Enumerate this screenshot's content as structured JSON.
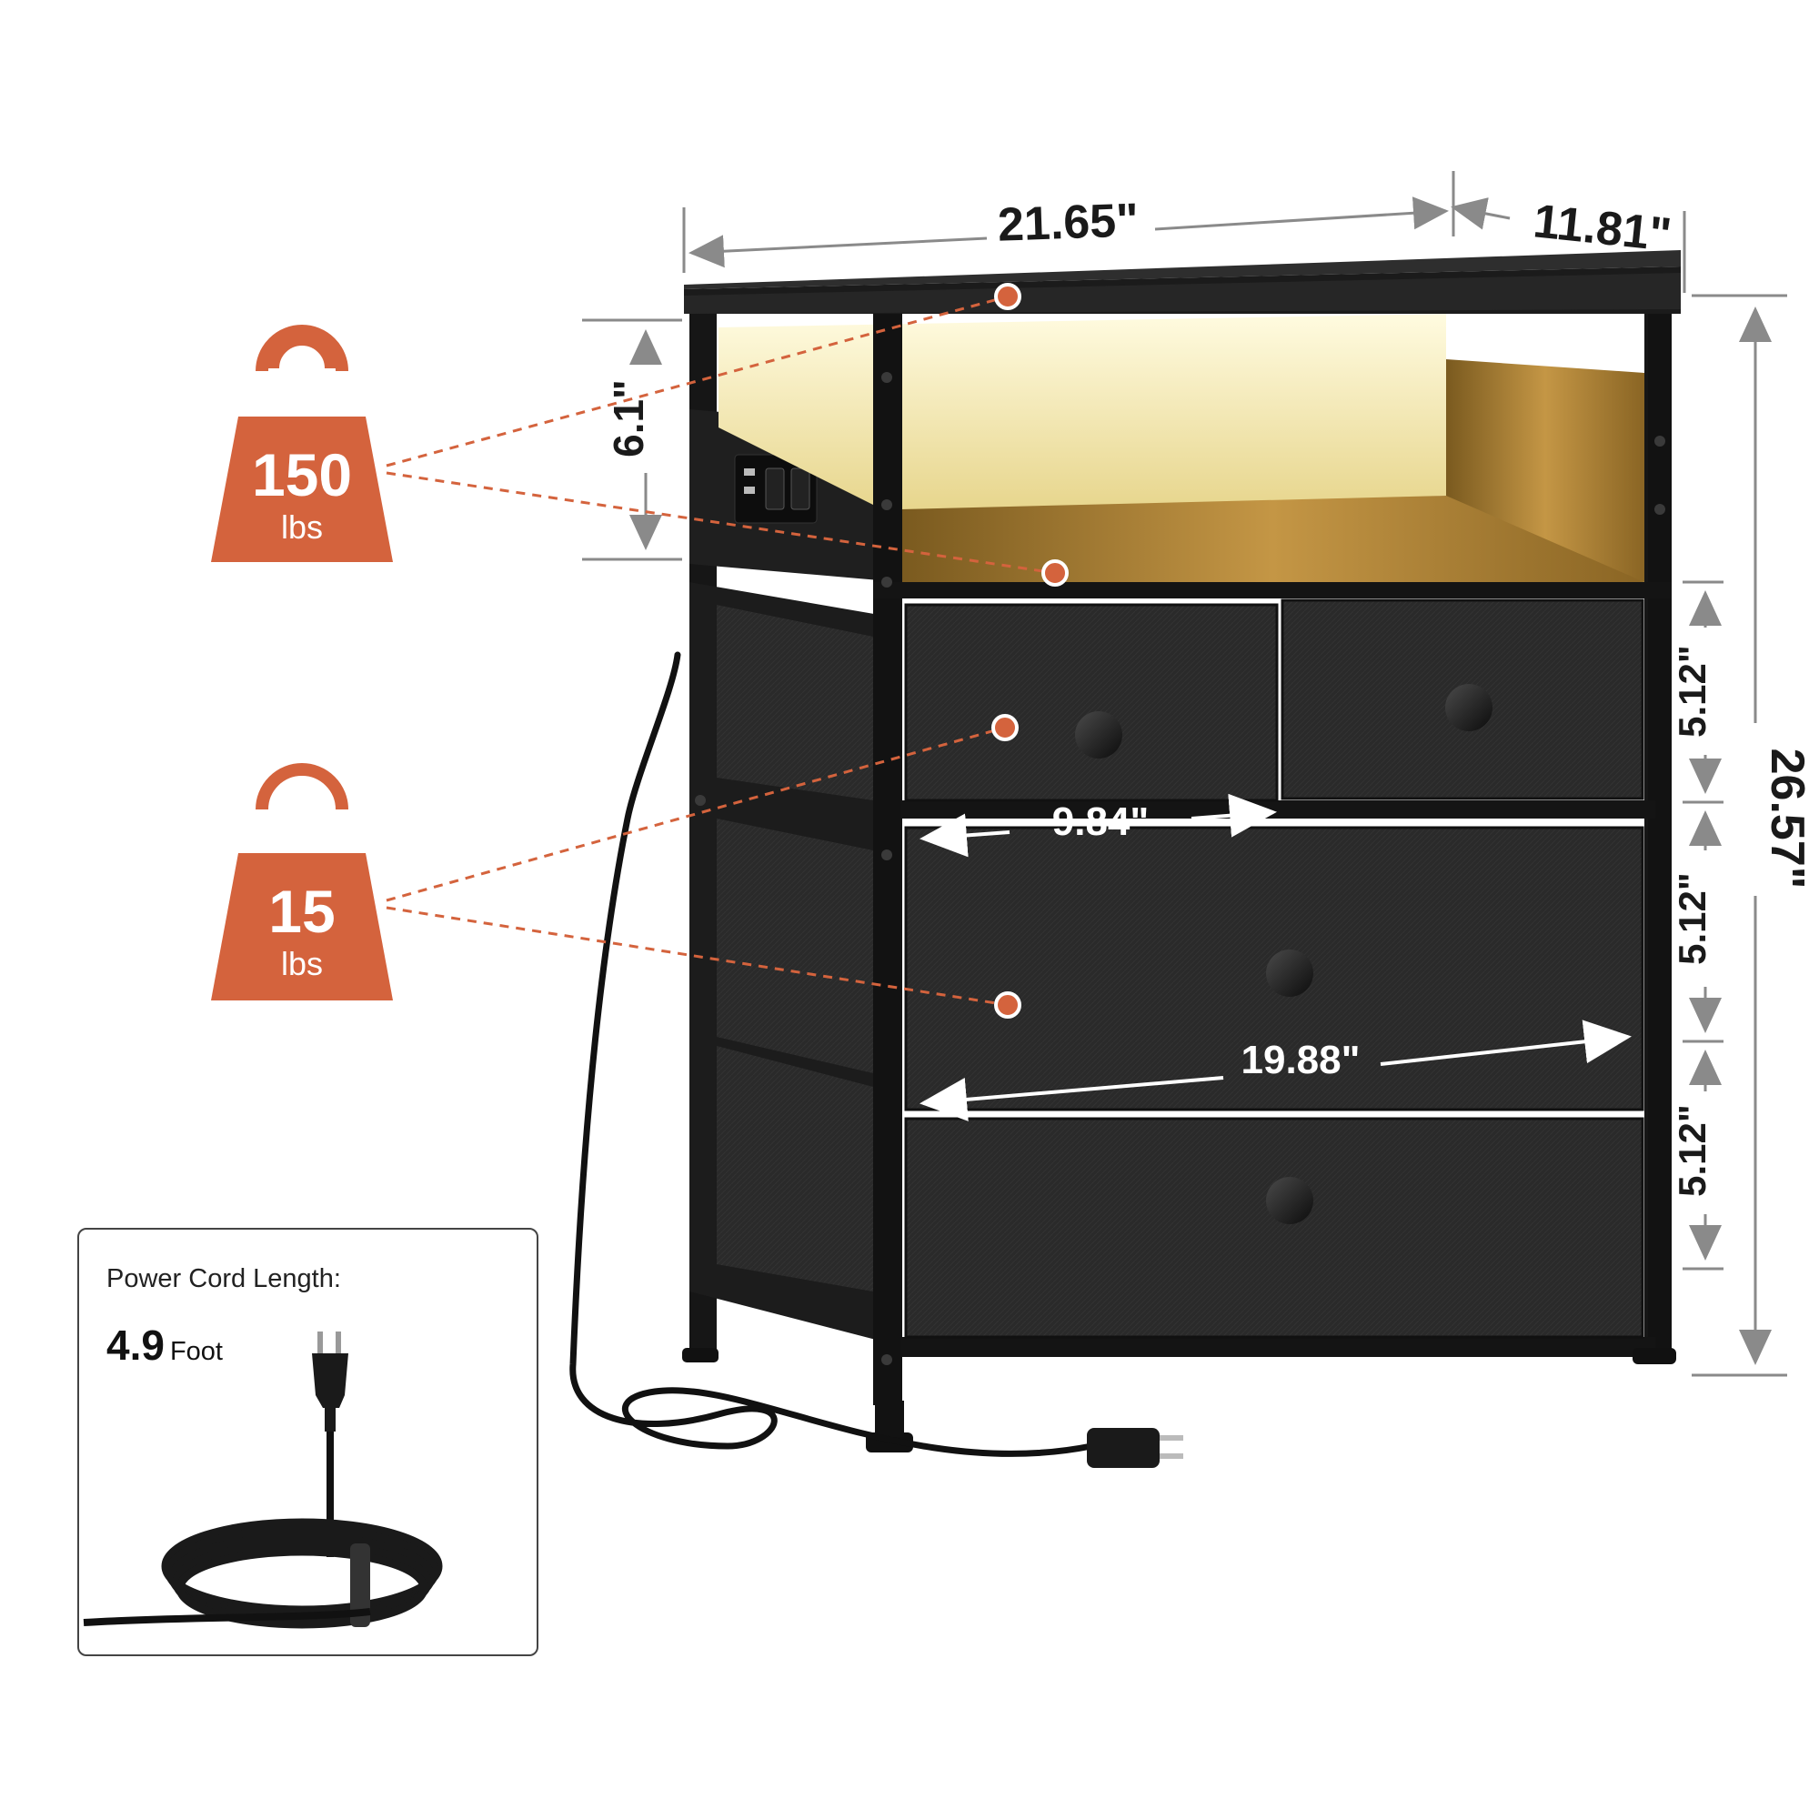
{
  "dimensions": {
    "width": "21.65\"",
    "depth": "11.81\"",
    "height": "26.57\"",
    "shelf_height": "6.1\"",
    "small_drawer_width": "9.84\"",
    "large_drawer_width": "19.88\"",
    "drawer_heights": [
      "5.12\"",
      "5.12\"",
      "5.12\""
    ]
  },
  "load_badges": [
    {
      "number": "150",
      "unit": "lbs"
    },
    {
      "number": "15",
      "unit": "lbs"
    }
  ],
  "power_cord": {
    "title": "Power Cord Length:",
    "length_value": "4.9",
    "length_unit": "Foot"
  },
  "colors": {
    "badge": "#d4633d",
    "frame": "#151515",
    "fabric": "#2b2b2b",
    "shelf_light": "#f3e9b0",
    "shelf_wood": "#b88a3a",
    "dim_line": "#8a8a8a"
  }
}
